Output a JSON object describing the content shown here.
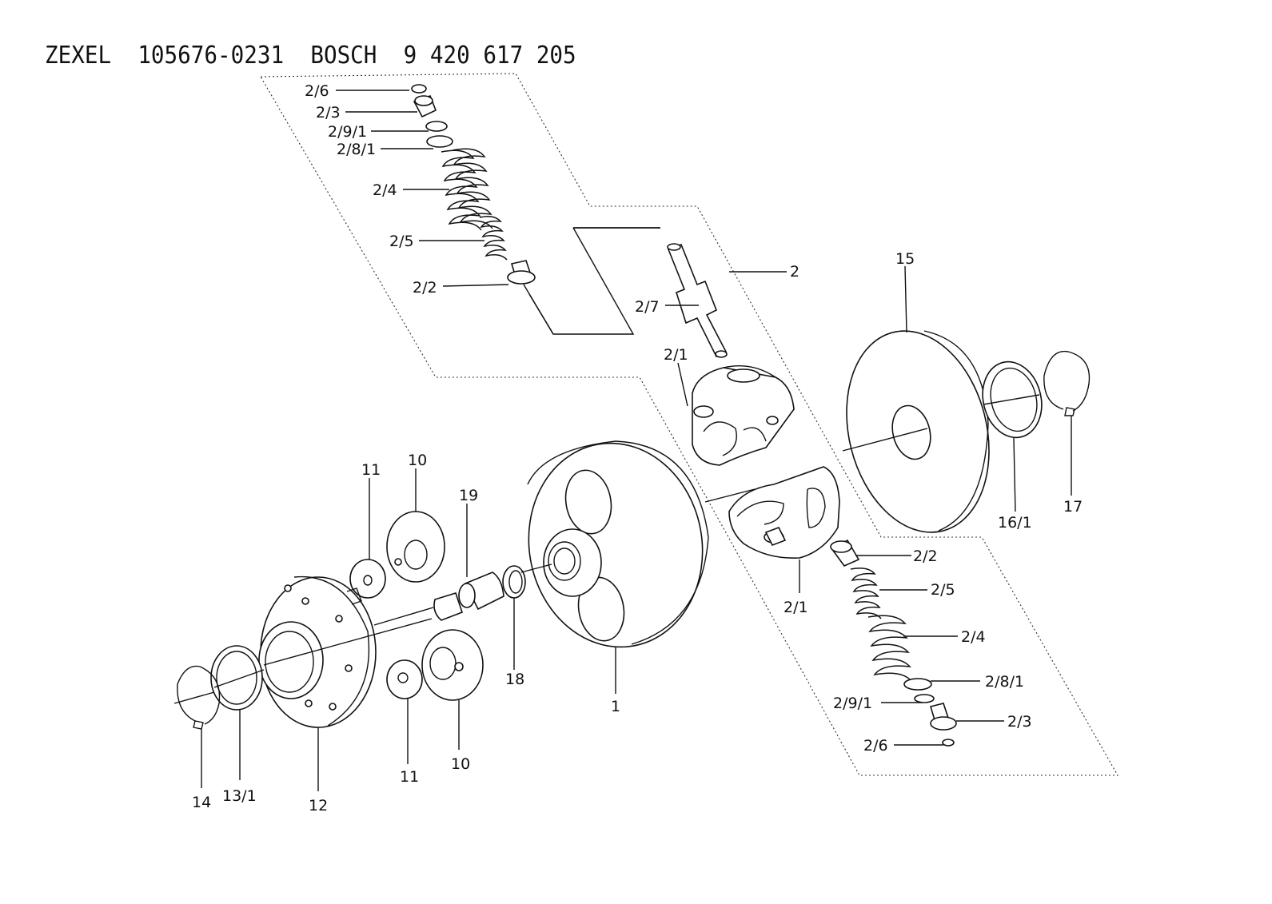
{
  "title": "ZEXEL  105676-0231  BOSCH  9 420 617 205",
  "callouts": {
    "upper_2_6": "2/6",
    "upper_2_3": "2/3",
    "upper_2_9_1": "2/9/1",
    "upper_2_8_1": "2/8/1",
    "upper_2_4": "2/4",
    "upper_2_5": "2/5",
    "upper_2_2": "2/2",
    "assembly_2": "2",
    "shaft_2_7": "2/7",
    "upper_2_1": "2/1",
    "disc_15": "15",
    "ring_16_1": "16/1",
    "circlip_17": "17",
    "top_11": "11",
    "top_10": "10",
    "bush_19": "19",
    "ring_18": "18",
    "housing_1": "1",
    "lower_2_1": "2/1",
    "lower_2_2": "2/2",
    "lower_2_5": "2/5",
    "lower_2_4": "2/4",
    "lower_2_8_1": "2/8/1",
    "lower_2_9_1": "2/9/1",
    "lower_2_3": "2/3",
    "lower_2_6": "2/6",
    "bottom_11": "11",
    "bottom_10": "10",
    "flange_12": "12",
    "ring_13_1": "13/1",
    "circlip_14": "14"
  }
}
